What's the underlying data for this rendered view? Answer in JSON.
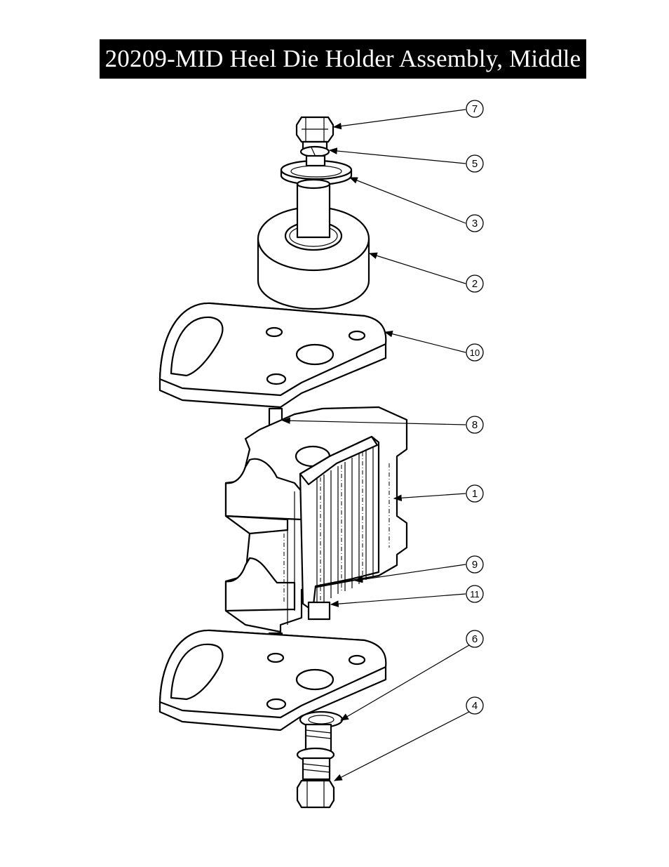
{
  "title": "20209-MID Heel Die Holder Assembly, Middle",
  "callouts": [
    {
      "id": "callout-7",
      "label": "7"
    },
    {
      "id": "callout-5",
      "label": "5"
    },
    {
      "id": "callout-3",
      "label": "3"
    },
    {
      "id": "callout-2",
      "label": "2"
    },
    {
      "id": "callout-10",
      "label": "10"
    },
    {
      "id": "callout-8",
      "label": "8"
    },
    {
      "id": "callout-1",
      "label": "1"
    },
    {
      "id": "callout-9",
      "label": "9"
    },
    {
      "id": "callout-11",
      "label": "11"
    },
    {
      "id": "callout-6",
      "label": "6"
    },
    {
      "id": "callout-4",
      "label": "4"
    }
  ]
}
